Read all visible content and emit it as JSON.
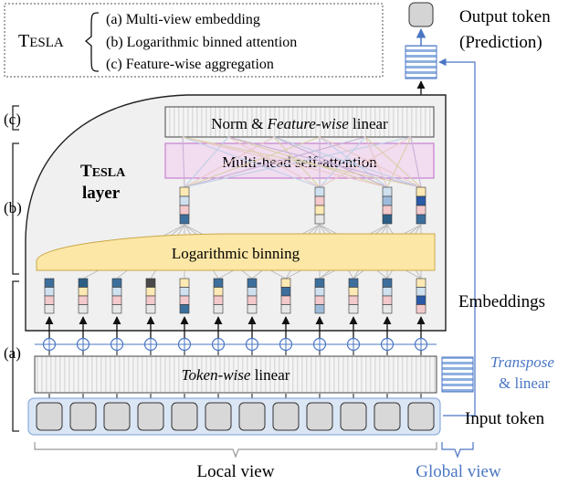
{
  "legend": {
    "name_big": "T",
    "name_small": "ESLA",
    "items": [
      "(a) Multi-view embedding",
      "(b)  Logarithmic binned attention",
      "(c)  Feature-wise aggregation"
    ]
  },
  "output": {
    "line1": "Output token",
    "line2": "(Prediction)"
  },
  "layer_title": {
    "big": "T",
    "small": "ESLA",
    "line2": "layer"
  },
  "norm_box": {
    "prefix": "Norm & ",
    "italic": "Feature-wise",
    "suffix": " linear"
  },
  "mhsa_label": "Multi-head self-attention",
  "binning_label": "Logarithmic binning",
  "embeddings_label": "Embeddings",
  "tokenwise": {
    "italic": "Token-wise",
    "suffix": " linear"
  },
  "transpose": {
    "line1": "Transpose",
    "line2": "& linear"
  },
  "input_label": "Input token",
  "brackets": {
    "a": "(a)",
    "b": "(b)",
    "c": "(c)"
  },
  "bottom": {
    "local": "Local view",
    "global": "Global view"
  },
  "colors": {
    "accent_blue": "#4a76c4",
    "input_bg": "#dbe6f5",
    "binning_fill": "#fde7a6",
    "mhsa_fill": "#f1dcf0",
    "mhsa_stroke": "#c77fd0",
    "layer_fill": "#f0f0f0"
  }
}
